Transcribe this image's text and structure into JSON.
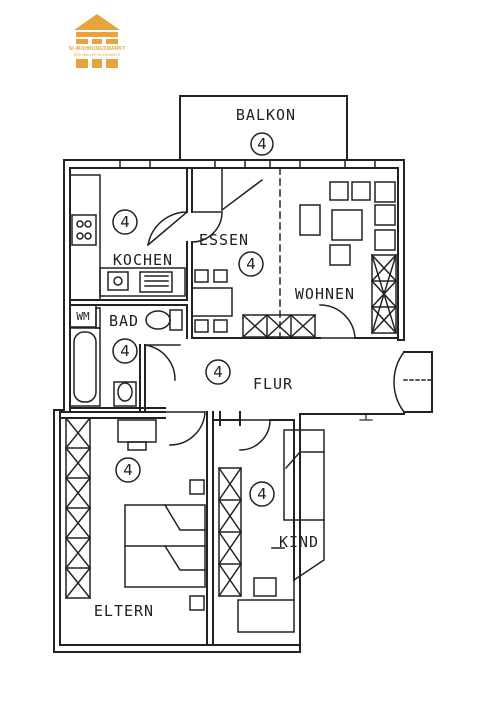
{
  "logo": {
    "brand": "SI-WOHNUNGSMARKT",
    "tagline": "DER MAKLER IN CHEMNITZ",
    "color": "#e8a33d"
  },
  "rooms": [
    {
      "id": "balkon",
      "label": "BALKON",
      "number": "4"
    },
    {
      "id": "kochen",
      "label": "KOCHEN",
      "number": "4"
    },
    {
      "id": "essen",
      "label": "ESSEN",
      "number": "4"
    },
    {
      "id": "wohnen",
      "label": "WOHNEN",
      "number": ""
    },
    {
      "id": "bad",
      "label": "BAD",
      "number": "4"
    },
    {
      "id": "flur",
      "label": "FLUR",
      "number": "4"
    },
    {
      "id": "eltern",
      "label": "ELTERN",
      "number": "4"
    },
    {
      "id": "kind",
      "label": "KIND",
      "number": "4"
    }
  ],
  "appliance_labels": {
    "washing_machine": "WM"
  },
  "colors": {
    "ink": "#222222",
    "background": "#ffffff"
  }
}
